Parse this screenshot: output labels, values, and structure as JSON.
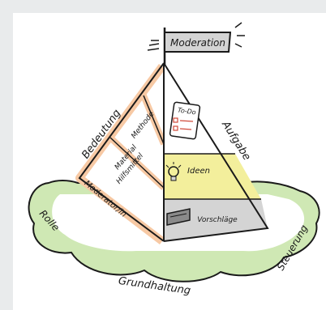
{
  "diagram": {
    "flag_label": "Moderation",
    "left_side_label": "Bedeutung",
    "right_side_label": "Aufgabe",
    "left_layers": [
      "Methode",
      "Material",
      "Hilfsmittel",
      "Moderator/in"
    ],
    "right_layers": [
      "To-Do",
      "Ideen",
      "Vorschläge"
    ],
    "base_labels": {
      "left": "Rolle",
      "bottom": "Grundhaltung",
      "right": "Steuerung"
    }
  },
  "colors": {
    "background": "#e9ebec",
    "ground_green": "#cfe8b4",
    "left_face_peach": "#f7c9a4",
    "right_face_yellow": "#f3ef9c",
    "right_face_gray": "#d4d4d4",
    "outline": "#1a1a1a"
  },
  "icons": [
    "flag-icon",
    "checklist-icon",
    "lightbulb-icon",
    "book-icon"
  ]
}
